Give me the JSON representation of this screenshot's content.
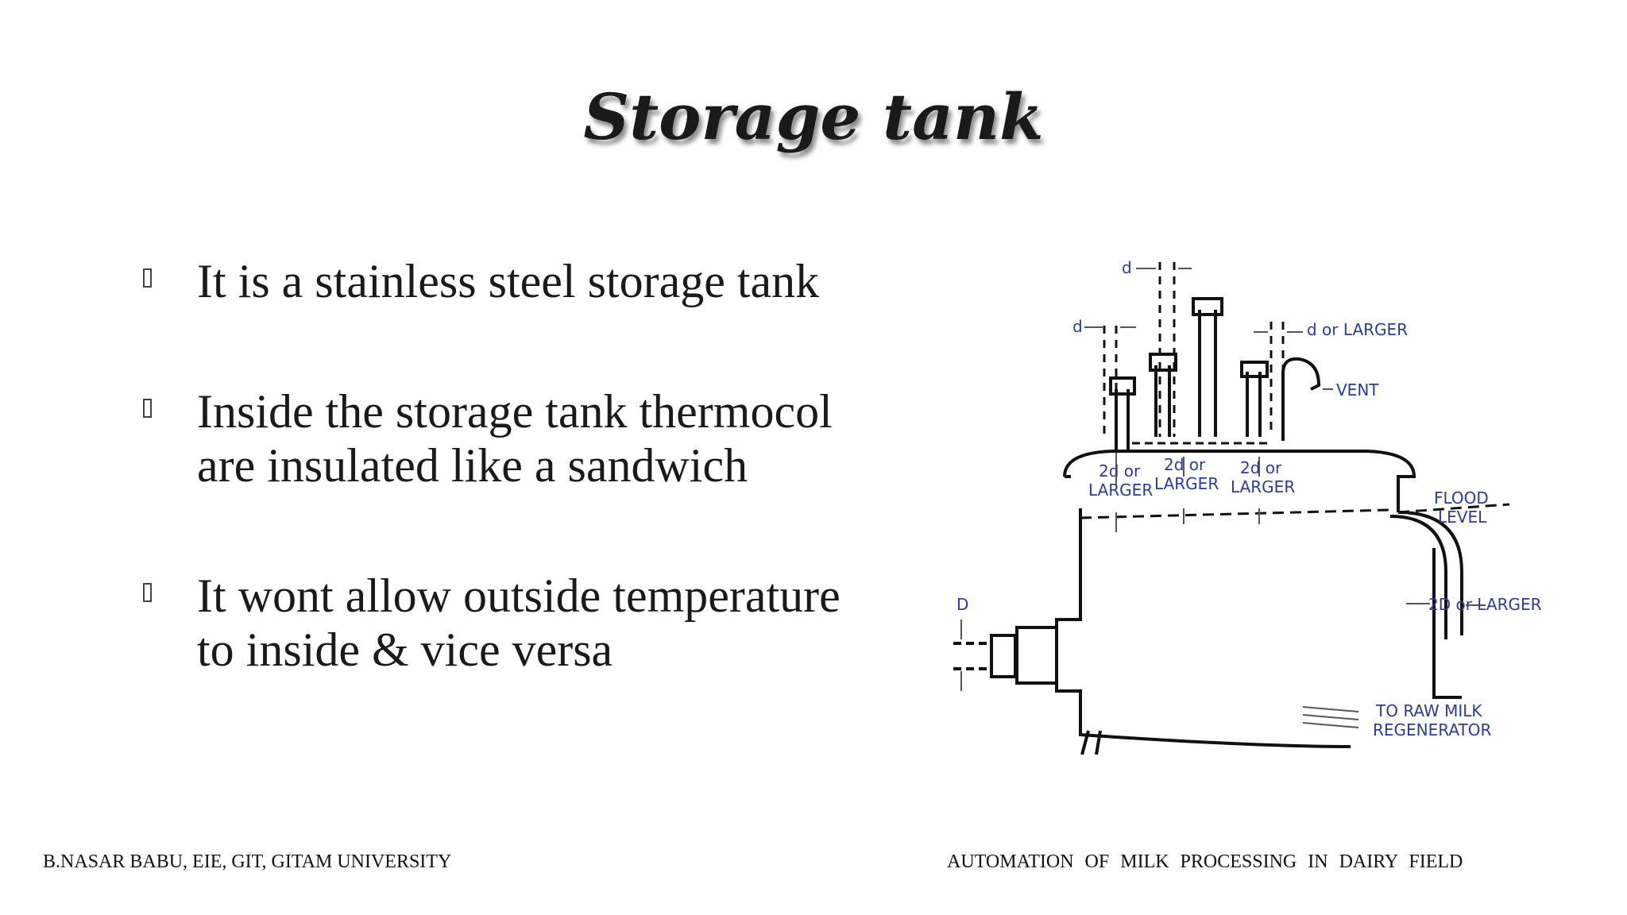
{
  "slide": {
    "title": "Storage tank",
    "bullets": [
      {
        "text": "It is a stainless steel storage tank"
      },
      {
        "text": "Inside the storage tank thermocol are insulated like a sandwich"
      },
      {
        "text": "It wont allow outside temperature to inside & vice versa"
      }
    ],
    "bullet_icon": "square-bullet-icon"
  },
  "diagram": {
    "labels": {
      "d_top": "d",
      "d_left": "d",
      "d_or_larger": "d or LARGER",
      "vent": "VENT",
      "gap1_line1": "2d or",
      "gap1_line2": "LARGER",
      "gap2_line1": "2d or",
      "gap2_line2": "LARGER",
      "gap3_line1": "2d or",
      "gap3_line2": "LARGER",
      "flood_line1": "FLOOD",
      "flood_line2": "LEVEL",
      "outlet": "2D or LARGER",
      "inlet_d": "D",
      "raw_line1": "TO RAW MILK",
      "raw_line2": "REGENERATOR"
    },
    "label_color": "#2d3d8c"
  },
  "footer": {
    "left": "B.NASAR BABU, EIE, GIT, GITAM UNIVERSITY",
    "right": "AUTOMATION OF MILK PROCESSING IN DAIRY FIELD"
  }
}
